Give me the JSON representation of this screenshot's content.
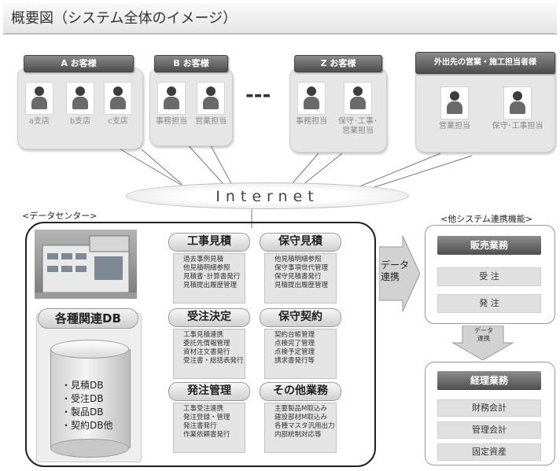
{
  "title": "概要図（システム全体のイメージ）",
  "customers": {
    "a": {
      "tag": "A お客様",
      "labels": [
        "a支店",
        "b支店",
        "c支店"
      ]
    },
    "b": {
      "tag": "B お客様",
      "labels": [
        "事務担当",
        "営業担当"
      ]
    },
    "ellipsis": "---",
    "z": {
      "tag": "Z お客様",
      "labels": [
        "事務担当",
        "保守･工事･\n営業担当"
      ]
    },
    "out": {
      "tag": "外出先の営業・施工担当者様",
      "labels": [
        "営業担当",
        "保守･工事担当"
      ]
    }
  },
  "internet": "Internet",
  "datacenter_label": "<データセンター>",
  "db": {
    "title": "各種関連DB",
    "items": [
      "・見積DB",
      "・受注DB",
      "・製品DB",
      "・契約DB他"
    ]
  },
  "modules": [
    {
      "head": "工事見積",
      "lines": [
        "過去事例見積",
        "他見積明細参照",
        "見積書･計算書発行",
        "見積提出履歴管理"
      ]
    },
    {
      "head": "保守見積",
      "lines": [
        "他見積明細参照",
        "保守事項世代管理",
        "保守見積書発行",
        "見積提出履歴管理"
      ]
    },
    {
      "head": "受注決定",
      "lines": [
        "工事見積連携",
        "委託先情報管理",
        "資材注文書発行",
        "受注書・総括表発行"
      ]
    },
    {
      "head": "保守契約",
      "lines": [
        "契約台帳管理",
        "点検完了管理",
        "点検予定管理",
        "請求書発行等"
      ]
    },
    {
      "head": "発注管理",
      "lines": [
        "工事受注連携",
        "発注登録・管理",
        "発注書発行",
        "作業依頼書発行"
      ]
    },
    {
      "head": "その他業務",
      "lines": [
        "主要製品M取込み",
        "建設部材M取込み",
        "各種マスタ汎用出力",
        "内部統制対応等"
      ]
    }
  ],
  "data_link": "データ\n連携",
  "other_system_label": "<他システム連携機能>",
  "sales": {
    "head": "販売業務",
    "items": [
      "受 注",
      "発 注"
    ]
  },
  "small_arrow_label": "データ\n連携",
  "accounting": {
    "head": "経理業務",
    "items": [
      "財務会計",
      "管理会計",
      "固定資産"
    ]
  }
}
